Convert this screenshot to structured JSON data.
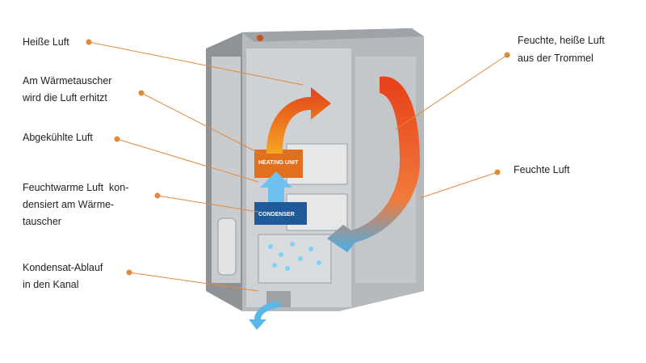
{
  "labels": {
    "hot_air": "Heiße Luft",
    "heat_exchanger_1": "Am Wärmetauscher",
    "heat_exchanger_2": "wird die Luft erhitzt",
    "cooled_air": "Abgekühlte Luft",
    "condense_1": "Feuchtwarme Luft  kon-",
    "condense_2": "densiert am Wärme-",
    "condense_3": "tauscher",
    "drain_1": "Kondensat-Ablauf",
    "drain_2": "in den Kanal",
    "drum_air_1": "Feuchte, heiße Luft",
    "drum_air_2": "aus der Trommel",
    "humid_air": "Feuchte Luft"
  },
  "unit_labels": {
    "heating": "HEATING UNIT",
    "condenser": "CONDENSER"
  },
  "colors": {
    "leader": "#e08a3c",
    "hot": "#e8561c",
    "cold": "#3aa8e0",
    "body": "#a9adb1"
  }
}
